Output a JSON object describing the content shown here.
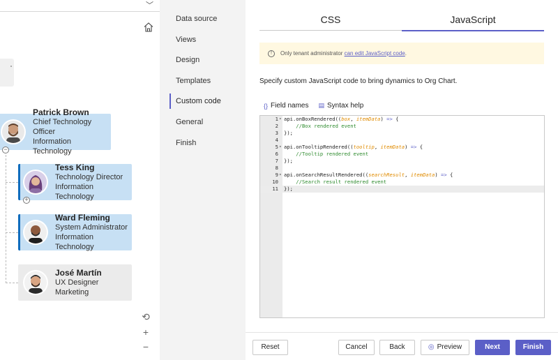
{
  "org_chart": {
    "cards": [
      {
        "name": "Patrick Brown",
        "title": "Chief Technology Officer",
        "department": "Information Technology",
        "avatar": "man-bearded-avatar"
      },
      {
        "name": "Tess King",
        "title": "Technology Director",
        "department": "Information Technology",
        "avatar": "woman-avatar"
      },
      {
        "name": "Ward Fleming",
        "title": "System Administrator",
        "department": "Information Technology",
        "avatar": "man-bald-avatar"
      },
      {
        "name": "José Martín",
        "title": "UX Designer",
        "department": "Marketing",
        "avatar": "man-avatar"
      }
    ],
    "collapse_symbol": "−",
    "expand_symbol": "+",
    "zoom": {
      "reset": "⟲",
      "in": "+",
      "out": "−"
    }
  },
  "nav": {
    "items": [
      "Data source",
      "Views",
      "Design",
      "Templates",
      "Custom code",
      "General",
      "Finish"
    ],
    "active": "Custom code"
  },
  "panel": {
    "tabs": [
      "CSS",
      "JavaScript"
    ],
    "active_tab": "JavaScript",
    "notice_text": "Only tenant administrator ",
    "notice_link": "can edit JavaScript code",
    "notice_end": ".",
    "description": "Specify custom JavaScript code to bring dynamics to Org Chart.",
    "field_names_label": "Field names",
    "syntax_help_label": "Syntax help",
    "code_lines": [
      "api.onBoxRendered((box, itemData) => {",
      "    //Box rendered event",
      "});",
      "",
      "api.onTooltipRendered((tooltip, itemData) => {",
      "    //Tooltip rendered event",
      "});",
      "",
      "api.onSearchResultRendered((searchResult, itemData) => {",
      "    //Search result rendered event",
      "});"
    ],
    "buttons": {
      "reset": "Reset",
      "cancel": "Cancel",
      "back": "Back",
      "preview": "Preview",
      "next": "Next",
      "finish": "Finish"
    }
  },
  "colors": {
    "accent": "#5b5fc7",
    "card_blue": "#c7e0f4",
    "card_grey": "#ebebeb",
    "notice_bg": "#fff8e1"
  }
}
